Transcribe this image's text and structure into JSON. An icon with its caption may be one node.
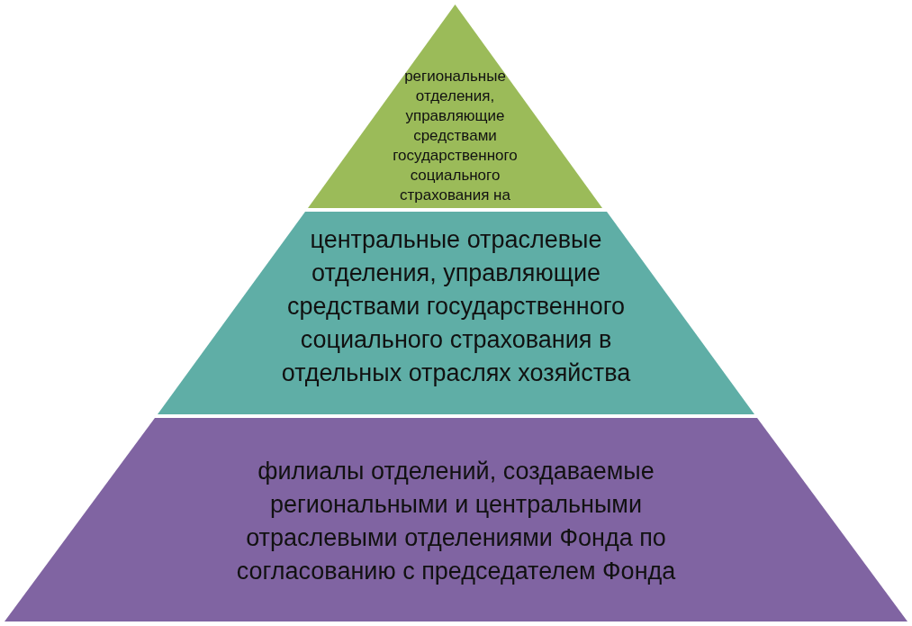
{
  "diagram": {
    "nodes": [
      {
        "text": [
          "региональные отделения, управляющие средствами государственного социального страхования на"
        ]
      },
      {
        "text": [
          "центральные отраслевые отделения, управляющие средствами государственного социального страхования в отдельных отраслях хозяйства"
        ]
      },
      {
        "text": [
          "филиалы отделений, создаваемые региональными и центральными отраслевыми отделениями Фонда по согласованию с председателем Фонда"
        ]
      }
    ]
  }
}
